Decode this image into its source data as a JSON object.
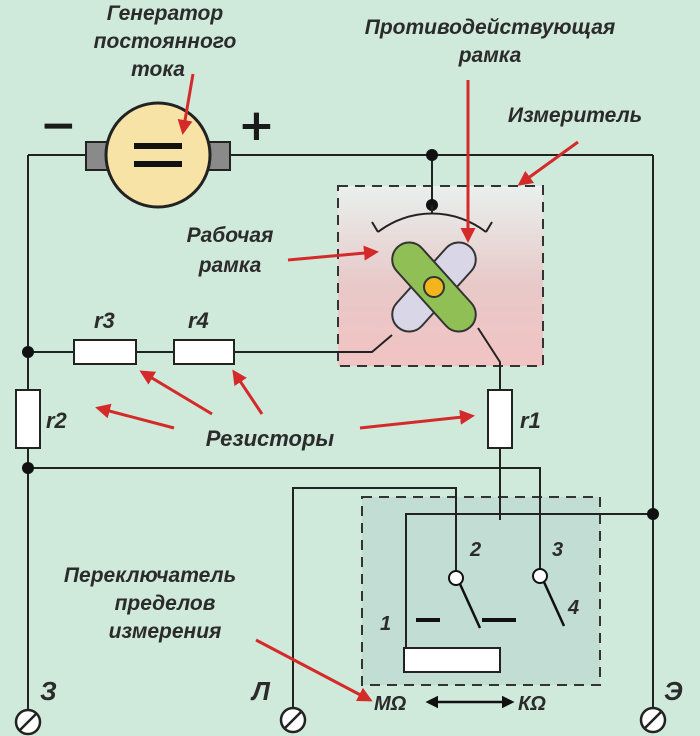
{
  "labels": {
    "generator": [
      "Генератор",
      "постоянного",
      "тока"
    ],
    "counter_frame": [
      "Противодействующая",
      "рамка"
    ],
    "meter": "Измеритель",
    "working_frame": [
      "Рабочая",
      "рамка"
    ],
    "resistors": "Резисторы",
    "switch": [
      "Переключатель",
      "пределов",
      "измерения"
    ],
    "r1": "r1",
    "r2": "r2",
    "r3": "r3",
    "r4": "r4",
    "minus": "−",
    "plus": "+",
    "pos1": "1",
    "pos2": "2",
    "pos3": "3",
    "pos4": "4",
    "term_z": "З",
    "term_l": "Л",
    "term_e": "Э",
    "mohm": "МΩ",
    "kohm": "КΩ"
  },
  "colors": {
    "background": "#cfe9db",
    "arrow": "#d42a2a",
    "generator_fill": "#f7e3a6",
    "working_frame": "#8fbf55",
    "counter_frame": "#d9d6e8",
    "pivot": "#f2b51c"
  }
}
